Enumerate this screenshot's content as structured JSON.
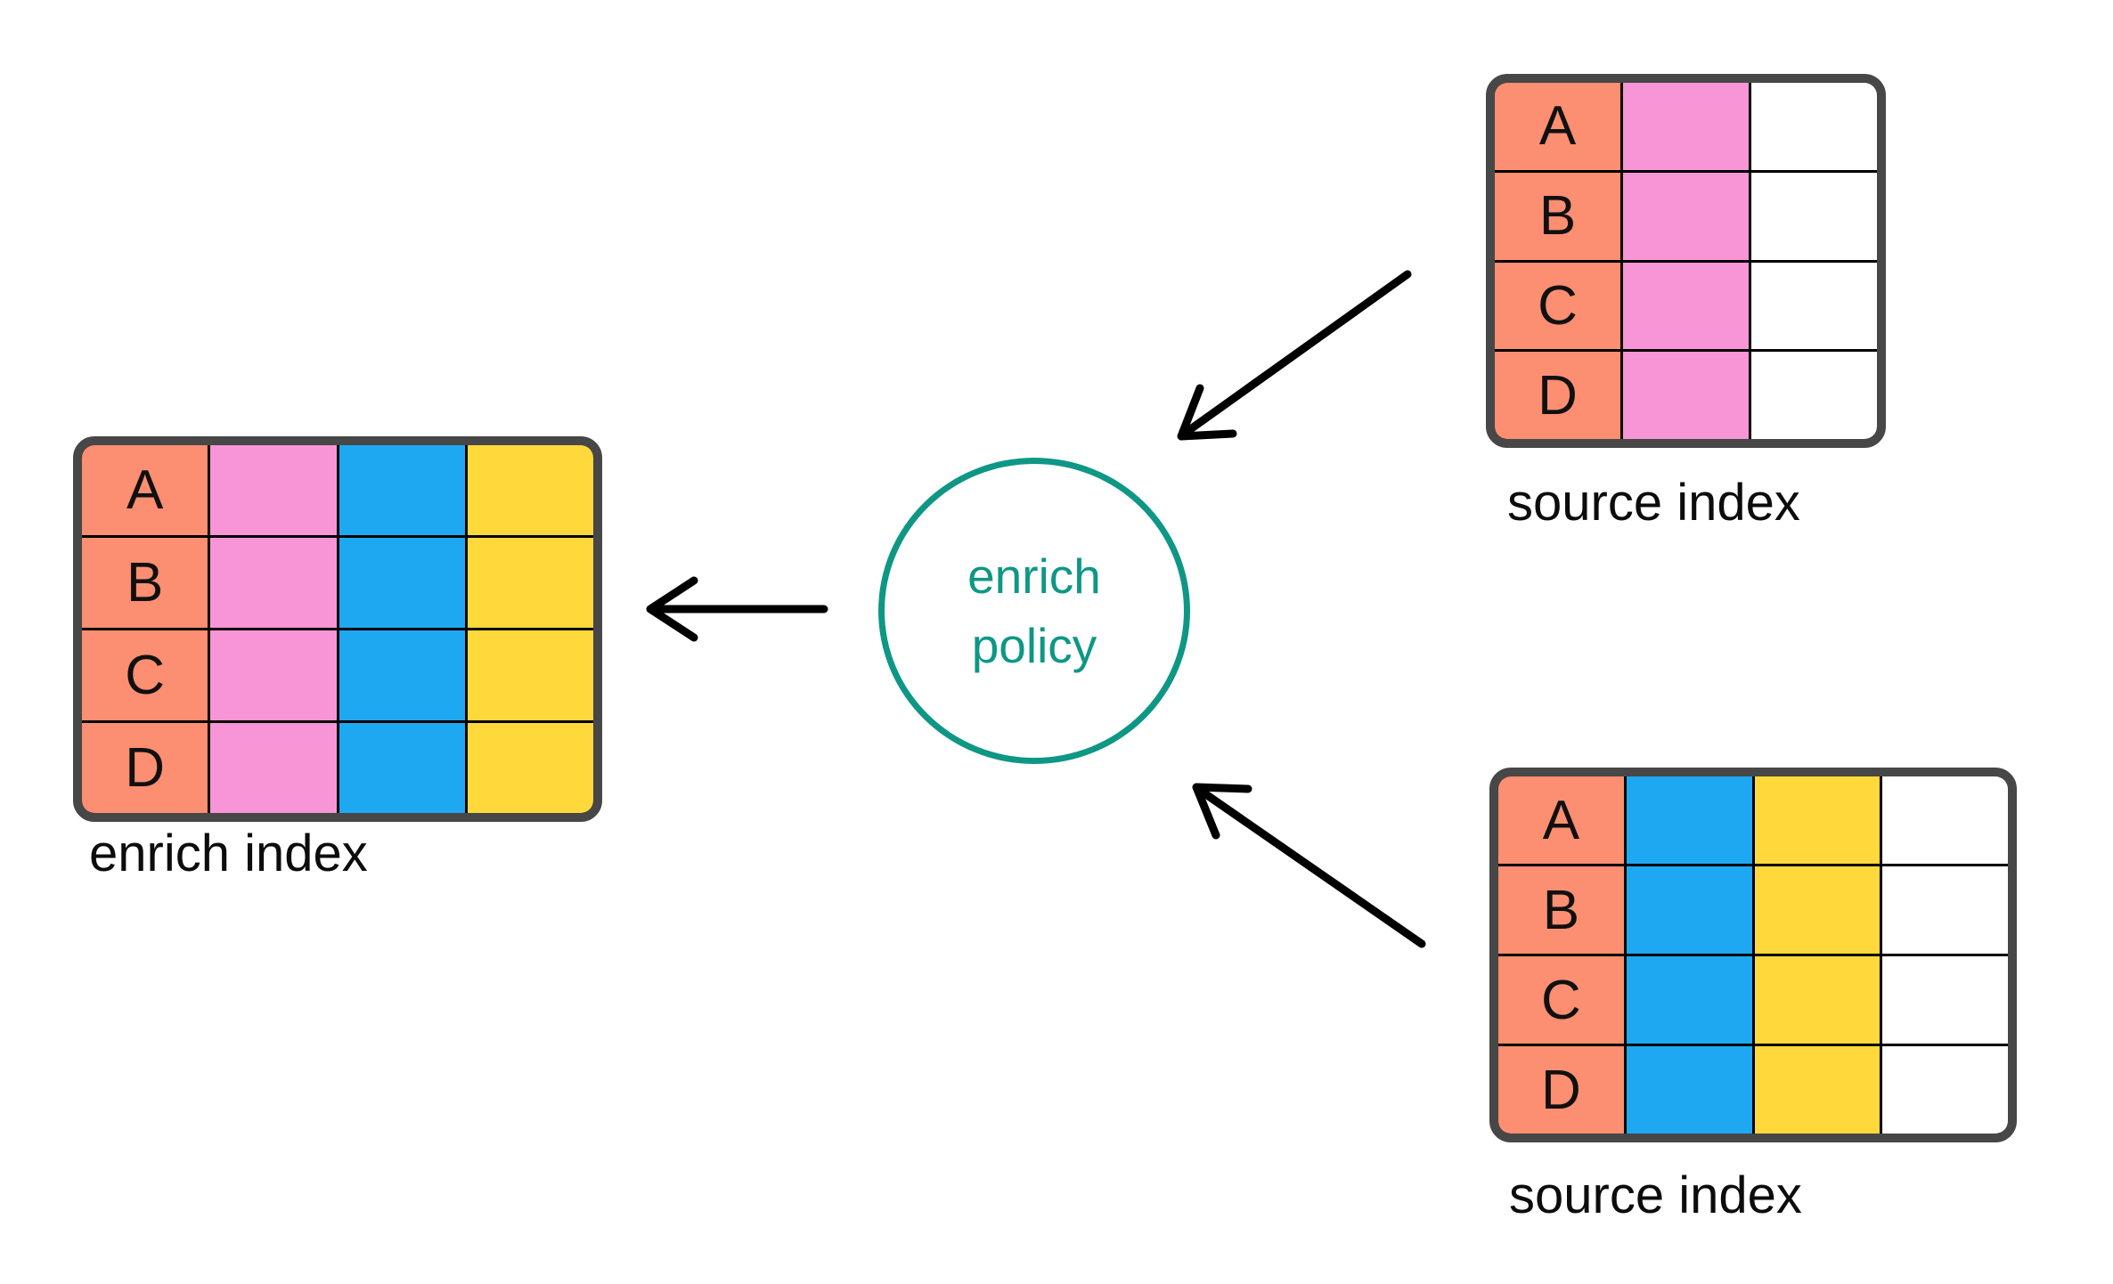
{
  "palette": {
    "salmon": "#FC8E71",
    "pink": "#F795D6",
    "blue": "#1FA8F2",
    "yellow": "#FFD93B",
    "white": "#FFFFFF",
    "table_border": "#474747",
    "grid_line": "#000000",
    "teal": "#0E9785",
    "text": "#0C0C0C",
    "arrow": "#000000"
  },
  "policy": {
    "line1": "enrich",
    "line2": "policy"
  },
  "tables": {
    "enrich": {
      "caption": "enrich index",
      "row_labels": [
        "A",
        "B",
        "C",
        "D"
      ],
      "columns": [
        "salmon",
        "pink",
        "blue",
        "yellow"
      ]
    },
    "source_top": {
      "caption": "source index",
      "row_labels": [
        "A",
        "B",
        "C",
        "D"
      ],
      "columns": [
        "salmon",
        "pink",
        "white"
      ]
    },
    "source_bottom": {
      "caption": "source index",
      "row_labels": [
        "A",
        "B",
        "C",
        "D"
      ],
      "columns": [
        "salmon",
        "blue",
        "yellow",
        "white"
      ]
    }
  },
  "connections": [
    {
      "from": "source-index-top",
      "to": "enrich-policy-circle"
    },
    {
      "from": "source-index-bottom",
      "to": "enrich-policy-circle"
    },
    {
      "from": "enrich-policy-circle",
      "to": "enrich-index-table"
    }
  ]
}
